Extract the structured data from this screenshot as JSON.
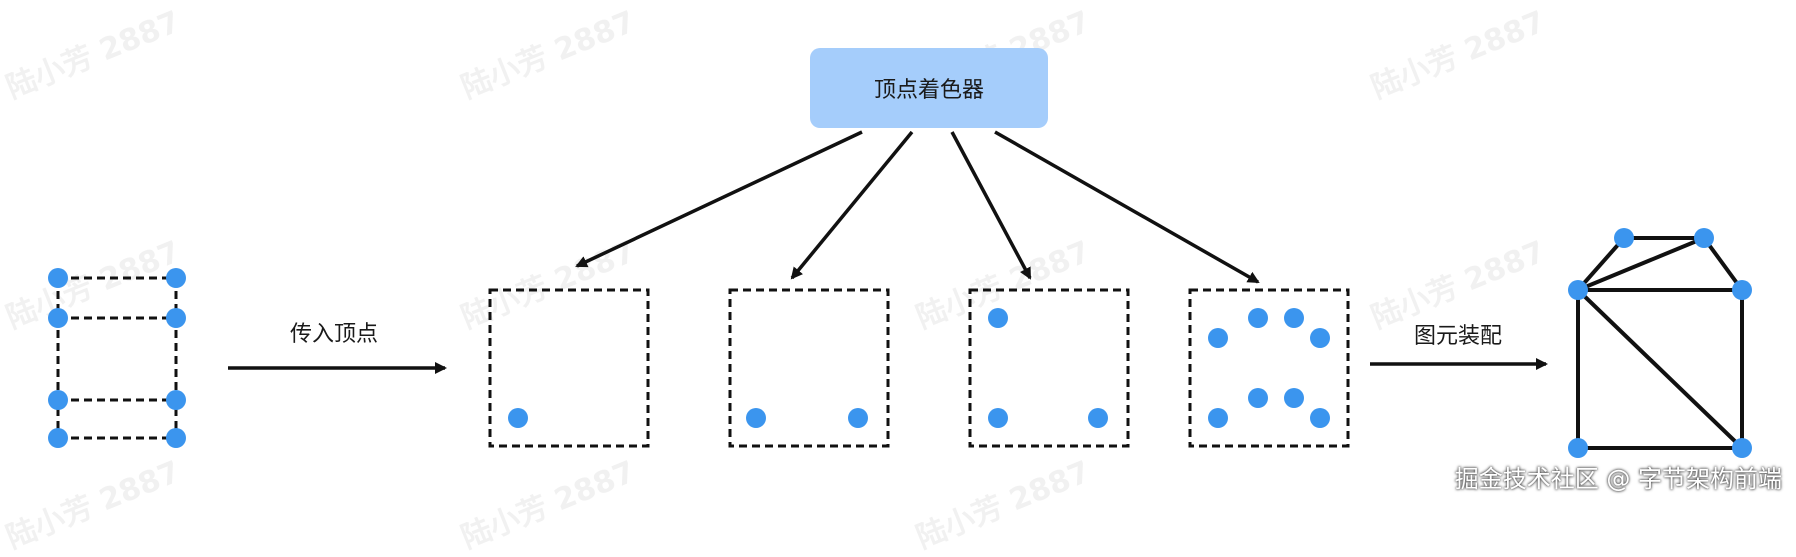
{
  "shader_box": {
    "label": "顶点着色器"
  },
  "labels": {
    "input_vertices": "传入顶点",
    "primitive_assembly": "图元装配"
  },
  "watermark": "陆小芳 2887",
  "footer": "掘金技术社区 @ 字节架构前端",
  "colors": {
    "vertex": "#3b95ee",
    "box_fill": "#a5cdfb",
    "line": "#111111"
  },
  "icons": {
    "vertex": "blue-dot",
    "arrow": "arrow-head"
  }
}
